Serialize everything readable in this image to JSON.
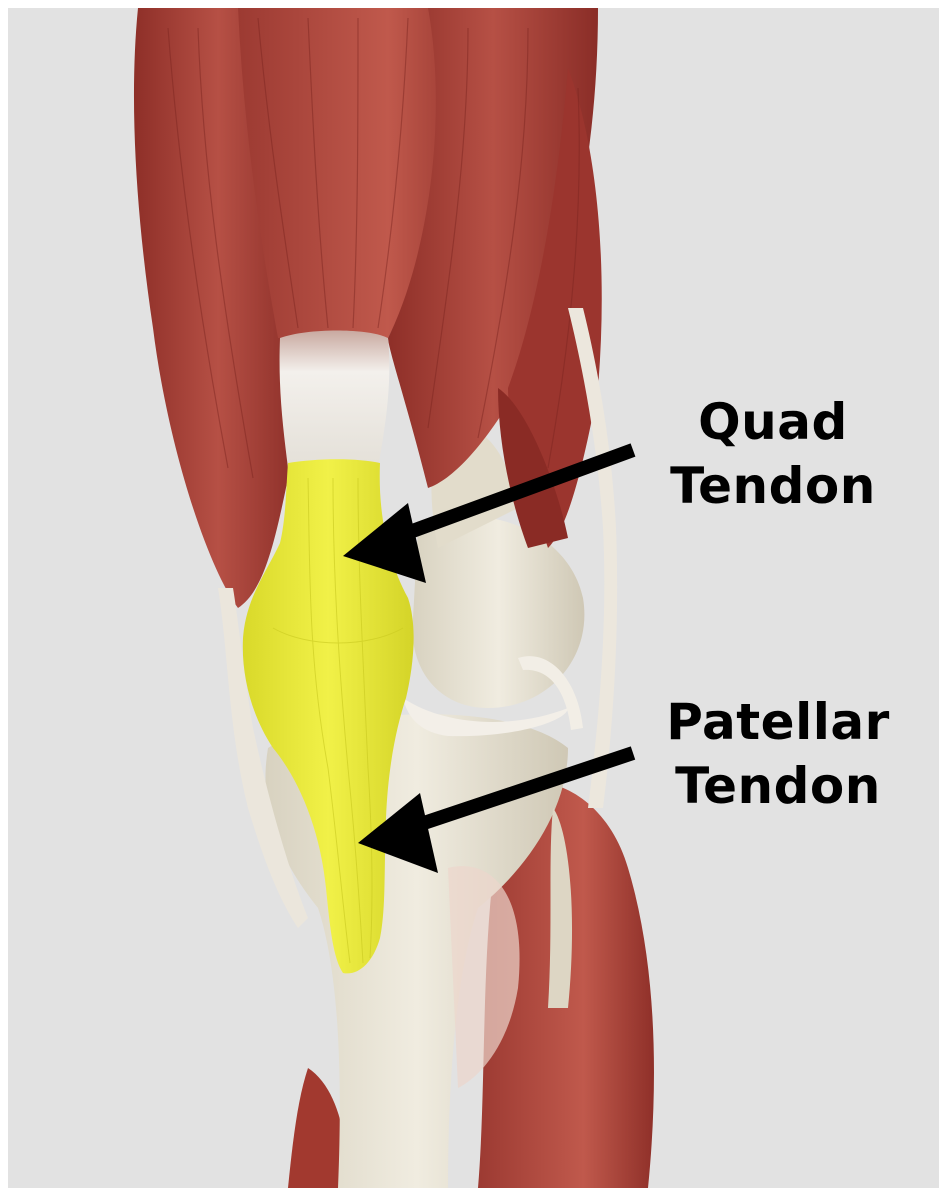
{
  "labels": {
    "quad": {
      "line1": "Quad",
      "line2": "Tendon"
    },
    "patellar": {
      "line1": "Patellar",
      "line2": "Tendon"
    }
  },
  "colors": {
    "background": "#e2e2e2",
    "muscle": "#a8423a",
    "tendon_highlight": "#e8e83a",
    "bone": "#e6e1d2",
    "tendon_white": "#eeeae4",
    "arrow": "#000000",
    "text": "#000000"
  },
  "structures": [
    "muscle",
    "quad-tendon-highlight",
    "patella",
    "femur",
    "tibia",
    "fibula",
    "ligaments"
  ]
}
